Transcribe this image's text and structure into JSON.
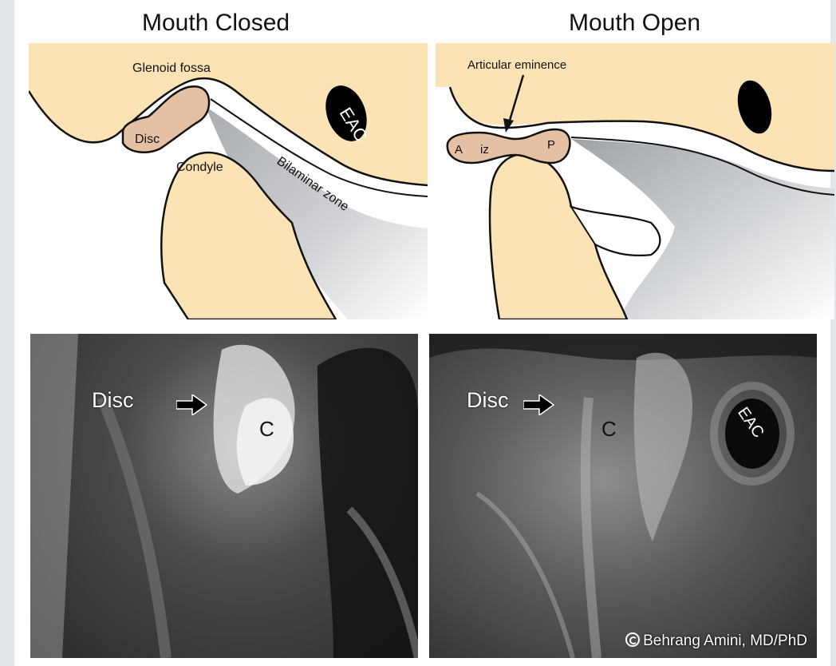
{
  "panels": {
    "closed": {
      "title": "Mouth Closed",
      "labels": {
        "fossa": "Glenoid fossa",
        "disc": "Disc",
        "condyle": "Condyle",
        "eac": "EAC",
        "bilaminar": "Bilaminar zone"
      }
    },
    "open": {
      "title": "Mouth Open",
      "labels": {
        "eminence": "Articular eminence",
        "anterior": "A",
        "intermediate": "iz",
        "posterior": "P"
      }
    }
  },
  "mri": {
    "closed": {
      "disc_label": "Disc",
      "condyle_label": "C"
    },
    "open": {
      "disc_label": "Disc",
      "condyle_label": "C",
      "eac_label": "EAC"
    },
    "credit": "Behrang Amini, MD/PhD"
  },
  "colors": {
    "bone": "#fbe3b5",
    "disc": "#e6c0a2",
    "outline": "#111111",
    "zone_gray": "#bfc2c6",
    "page_bg": "#e3e6ea"
  },
  "icons": {
    "copyright": "copyright-icon",
    "arrow": "right-arrow-icon"
  }
}
